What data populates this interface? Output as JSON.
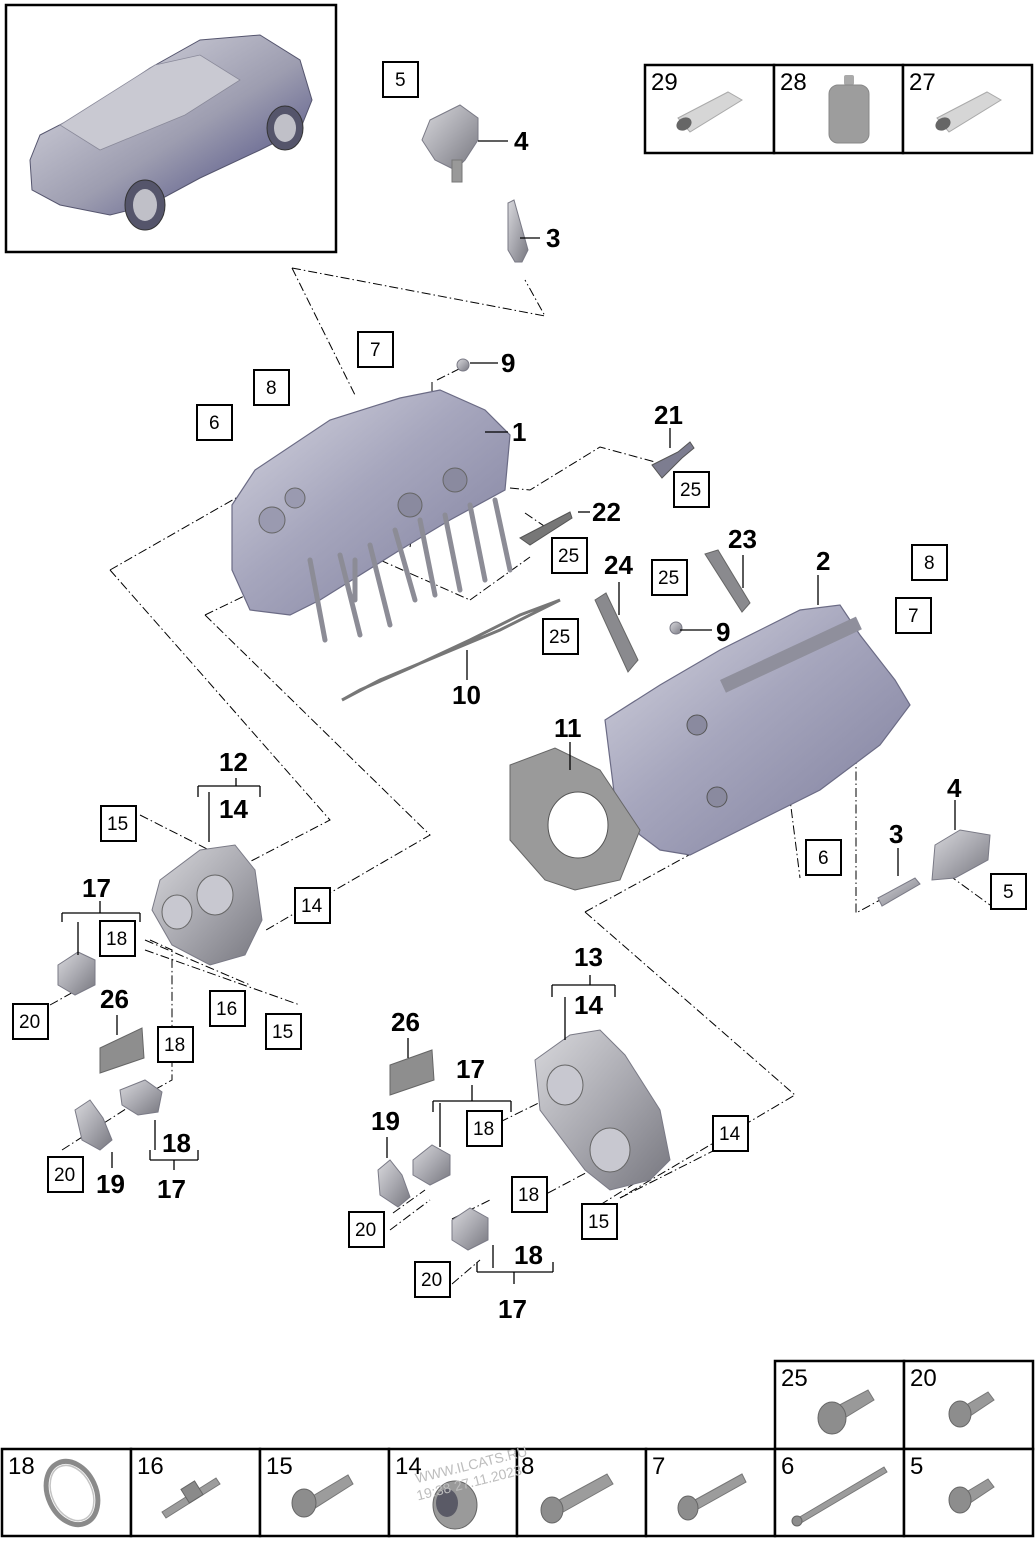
{
  "diagram": {
    "title": "Cylinder head assembly exploded view",
    "callouts_bold": [
      {
        "id": "c4-top",
        "label": "4"
      },
      {
        "id": "c3-top",
        "label": "3"
      },
      {
        "id": "c9-top",
        "label": "9"
      },
      {
        "id": "c1",
        "label": "1"
      },
      {
        "id": "c21",
        "label": "21"
      },
      {
        "id": "c22",
        "label": "22"
      },
      {
        "id": "c23",
        "label": "23"
      },
      {
        "id": "c24",
        "label": "24"
      },
      {
        "id": "c2",
        "label": "2"
      },
      {
        "id": "c9-right",
        "label": "9"
      },
      {
        "id": "c10",
        "label": "10"
      },
      {
        "id": "c11",
        "label": "11"
      },
      {
        "id": "c4-right",
        "label": "4"
      },
      {
        "id": "c3-right",
        "label": "3"
      },
      {
        "id": "c12",
        "label": "12"
      },
      {
        "id": "c14-left-group",
        "label": "14"
      },
      {
        "id": "c17-left-top",
        "label": "17"
      },
      {
        "id": "c26-left",
        "label": "26"
      },
      {
        "id": "c18-left-bottom",
        "label": "18"
      },
      {
        "id": "c19-left",
        "label": "19"
      },
      {
        "id": "c17-left-bottom",
        "label": "17"
      },
      {
        "id": "c13",
        "label": "13"
      },
      {
        "id": "c14-right-group",
        "label": "14"
      },
      {
        "id": "c26-right",
        "label": "26"
      },
      {
        "id": "c17-right-top",
        "label": "17"
      },
      {
        "id": "c19-right",
        "label": "19"
      },
      {
        "id": "c18-right-bottom",
        "label": "18"
      },
      {
        "id": "c17-right-bottom",
        "label": "17"
      }
    ],
    "callouts_boxed": [
      {
        "id": "b5-top",
        "label": "5"
      },
      {
        "id": "b7-top",
        "label": "7"
      },
      {
        "id": "b8-top",
        "label": "8"
      },
      {
        "id": "b6-top",
        "label": "6"
      },
      {
        "id": "b25-a",
        "label": "25"
      },
      {
        "id": "b25-b",
        "label": "25"
      },
      {
        "id": "b25-c",
        "label": "25"
      },
      {
        "id": "b25-d",
        "label": "25"
      },
      {
        "id": "b8-right",
        "label": "8"
      },
      {
        "id": "b7-right",
        "label": "7"
      },
      {
        "id": "b6-right",
        "label": "6"
      },
      {
        "id": "b5-right",
        "label": "5"
      },
      {
        "id": "b15-left-top",
        "label": "15"
      },
      {
        "id": "b14-left",
        "label": "14"
      },
      {
        "id": "b18-left-a",
        "label": "18"
      },
      {
        "id": "b20-left-a",
        "label": "20"
      },
      {
        "id": "b16-left",
        "label": "16"
      },
      {
        "id": "b15-left-bottom",
        "label": "15"
      },
      {
        "id": "b18-left-b",
        "label": "18"
      },
      {
        "id": "b20-left-b",
        "label": "20"
      },
      {
        "id": "b18-right-a",
        "label": "18"
      },
      {
        "id": "b14-right",
        "label": "14"
      },
      {
        "id": "b18-right-b",
        "label": "18"
      },
      {
        "id": "b15-right",
        "label": "15"
      },
      {
        "id": "b20-right-a",
        "label": "20"
      },
      {
        "id": "b20-right-b",
        "label": "20"
      }
    ]
  },
  "legend_top": [
    {
      "num": "29",
      "icon": "tube-icon"
    },
    {
      "num": "28",
      "icon": "bottle-icon"
    },
    {
      "num": "27",
      "icon": "tube-icon"
    }
  ],
  "legend_bottom_upper": [
    {
      "num": "25",
      "icon": "collar-bolt-icon"
    },
    {
      "num": "20",
      "icon": "short-screw-icon"
    }
  ],
  "legend_bottom": [
    {
      "num": "18",
      "icon": "seal-ring-icon"
    },
    {
      "num": "16",
      "icon": "stud-icon"
    },
    {
      "num": "15",
      "icon": "torx-screw-icon"
    },
    {
      "num": "14",
      "icon": "sleeve-icon"
    },
    {
      "num": "8",
      "icon": "socket-bolt-icon"
    },
    {
      "num": "7",
      "icon": "long-screw-icon"
    },
    {
      "num": "6",
      "icon": "long-bolt-icon"
    },
    {
      "num": "5",
      "icon": "short-screw-icon"
    }
  ],
  "watermark": {
    "line1": "WWW.ILCATS.RU",
    "line2": "19:38 27.11.2023"
  },
  "colors": {
    "line": "#000000",
    "metal": "#a8a8ae",
    "block_tint": "#8c8cb0"
  }
}
